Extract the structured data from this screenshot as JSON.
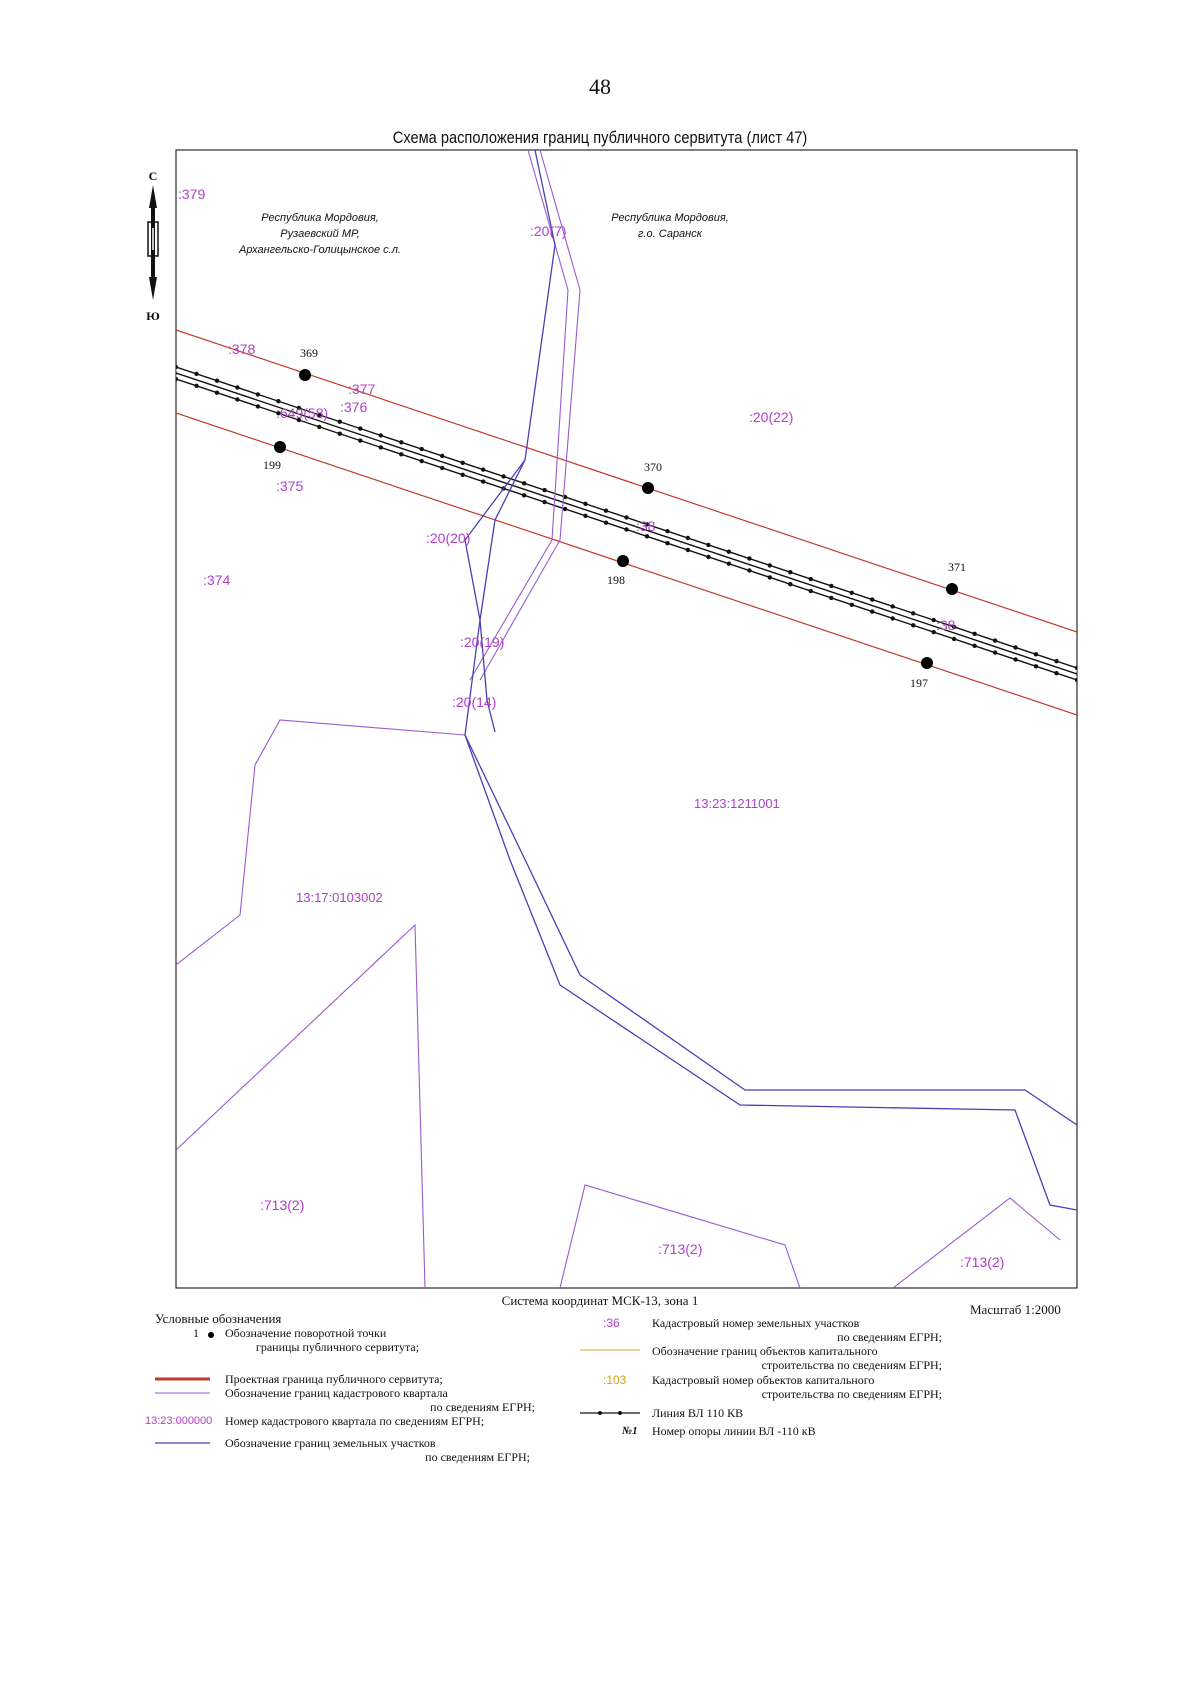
{
  "page_number": "48",
  "title": "Схема расположения границ публичного сервитута (лист 47)",
  "compass": {
    "north": "С",
    "south": "Ю"
  },
  "regions": {
    "left": [
      "Республика Мордовия,",
      "Рузаевский МР,",
      "Архангельско-Голицынское с.л."
    ],
    "right": [
      "Республика Мордовия,",
      "г.о. Саранск"
    ]
  },
  "parcel_labels": {
    "p379": ":379",
    "p378": ":378",
    "p377": ":377",
    "p376": ":376",
    "p375": ":375",
    "p374": ":374",
    "p649": ":649(58)",
    "p20_7": ":20(7)",
    "p20_22": ":20(22)",
    "p20_20": ":20(20)",
    "p20_19": ":20(19)",
    "p20_14": ":20(14)",
    "p38a": ":38",
    "p38b": ":38",
    "p713a": ":713(2)",
    "p713b": ":713(2)",
    "p713c": ":713(2)"
  },
  "quarter_labels": {
    "q1": "13:23:1211001",
    "q2": "13:17:0103002"
  },
  "points": {
    "p369": "369",
    "p370": "370",
    "p371": "371",
    "p199": "199",
    "p198": "198",
    "p197": "197"
  },
  "coord_system": "Система координат МСК-13, зона 1",
  "scale": "Масштаб 1:2000",
  "legend": {
    "title": "Условные обозначения",
    "point_sample": "1",
    "point": [
      "Обозначение поворотной точки",
      "границы публичного сервитута;"
    ],
    "servitude": "Проектная граница публичного сервитута;",
    "quarter_boundary": [
      "Обозначение границ кадастрового квартала",
      "по сведениям ЕГРН;"
    ],
    "quarter_sample": "13:23:000000",
    "quarter_number": "Номер кадастрового квартала по сведениям ЕГРН;",
    "parcel_boundary": [
      "Обозначение границ земельных участков",
      "по сведениям ЕГРН;"
    ],
    "parcel_sample": ":36",
    "parcel_number": [
      "Кадастровый номер земельных участков",
      "по сведениям ЕГРН;"
    ],
    "capital_boundary": [
      "Обозначение границ объектов капитального",
      "строительства по сведениям ЕГРН;"
    ],
    "capital_sample": ":103",
    "capital_number": [
      "Кадастровый номер объектов капитального",
      "строительства по сведениям ЕГРН;"
    ],
    "line110": "Линия ВЛ 110 КВ",
    "pylon_sample": "№1",
    "pylon": "Номер опоры линии ВЛ -110 кВ"
  },
  "colors": {
    "servitude": "#c0392b",
    "quarter": "#9b59d0",
    "parcel": "#4b3fb5",
    "capital": "#e0a030",
    "cadastral_text": "#b040c8",
    "capital_text": "#d4a017"
  }
}
